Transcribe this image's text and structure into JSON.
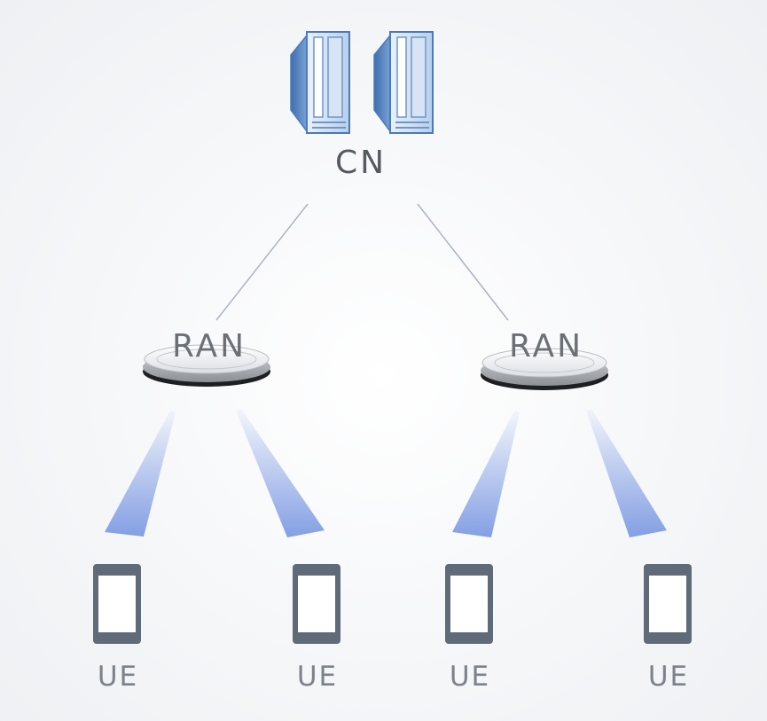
{
  "core_network": {
    "label": "CN",
    "icon": "server-icon"
  },
  "radio_access_nodes": [
    {
      "label": "RAN",
      "icon": "base-station-icon"
    },
    {
      "label": "RAN",
      "icon": "base-station-icon"
    }
  ],
  "user_equipment": [
    {
      "label": "UE",
      "icon": "phone-icon"
    },
    {
      "label": "UE",
      "icon": "phone-icon"
    },
    {
      "label": "UE",
      "icon": "phone-icon"
    },
    {
      "label": "UE",
      "icon": "phone-icon"
    }
  ],
  "colors": {
    "server_blue": "#4a7ab8",
    "link_line": "#aab4c0",
    "beam_blue": "#6f8fe0",
    "phone_gray": "#5f6b78"
  }
}
